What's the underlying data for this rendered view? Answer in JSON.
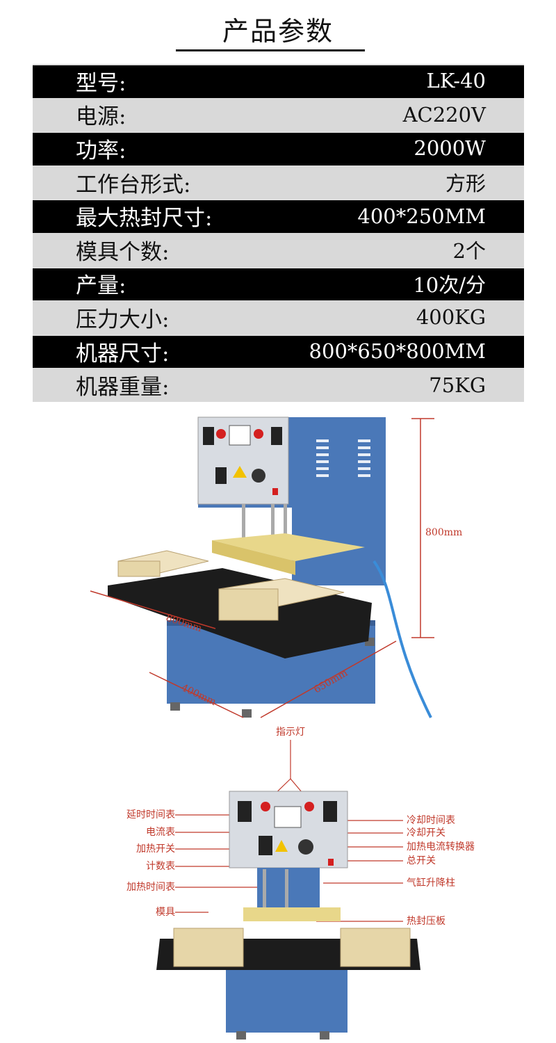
{
  "page": {
    "title": "产品参数"
  },
  "specs": [
    {
      "label": "型号:",
      "value": "LK-40"
    },
    {
      "label": "电源:",
      "value": "AC220V"
    },
    {
      "label": "功率:",
      "value": "2000W"
    },
    {
      "label": "工作台形式:",
      "value": "方形"
    },
    {
      "label": "最大热封尺寸:",
      "value": "400*250MM"
    },
    {
      "label": "模具个数:",
      "value": "2个"
    },
    {
      "label": "产量:",
      "value": "10次/分"
    },
    {
      "label": "压力大小:",
      "value": "400KG"
    },
    {
      "label": "机器尺寸:",
      "value": "800*650*800MM"
    },
    {
      "label": "机器重量:",
      "value": "75KG"
    }
  ],
  "dimensions": {
    "height": "800mm",
    "width": "800mm",
    "depth": "400mm",
    "length": "650mm"
  },
  "callouts": {
    "indicator": "指示灯",
    "delay_timer": "延时时间表",
    "ammeter": "电流表",
    "heat_switch": "加热开关",
    "counter": "计数表",
    "heat_timer": "加热时间表",
    "mold": "模具",
    "cool_timer": "冷却时间表",
    "cool_switch": "冷却开关",
    "current_switch": "加热电流转换器",
    "main_switch": "总开关",
    "cylinder": "气缸升降柱",
    "press_plate": "热封压板"
  },
  "colors": {
    "machine_blue": "#4a78b8",
    "panel_gray": "#d8dce2",
    "platen_yellow": "#e8d78a",
    "table_black": "#1c1c1c",
    "callout_red": "#c0392b"
  }
}
